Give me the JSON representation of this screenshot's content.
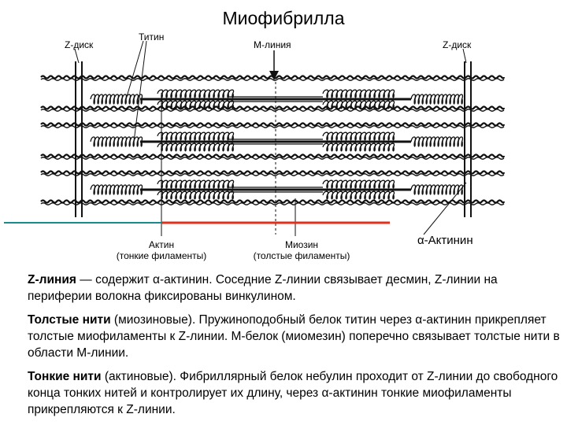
{
  "title": "Миофибрилла",
  "labels": {
    "z_disk_left": "Z-диск",
    "titin": "Титин",
    "m_line": "М-линия",
    "z_disk_right": "Z-диск",
    "actin": "Актин",
    "actin_sub": "(тонкие филаменты)",
    "myosin": "Миозин",
    "myosin_sub": "(толстые филаменты)",
    "alpha_actinin": "α-Актинин"
  },
  "colors": {
    "actin_line": "#1a8a8a",
    "myosin_line": "#e0301e"
  },
  "paragraphs": [
    {
      "term": "Z-линия",
      "text": " — содержит α-актинин. Соседние Z-линии связывает десмин, Z-линии на периферии волокна фиксированы винкулином."
    },
    {
      "term": "Толстые нити",
      "text": " (миозиновые). Пружиноподобный белок титин через α-актинин прикрепляет толстые миофиламенты к Z-линии. М-белок (миомезин) поперечно связывает толстые нити в области М-линии."
    },
    {
      "term": "Тонкие нити",
      "text": " (актиновые). Фибриллярный белок небулин проходит от Z-линии до свободного конца тонких нитей и контролирует их длину, через α-актинин тонкие миофиламенты прикрепляются к Z-линии."
    }
  ]
}
